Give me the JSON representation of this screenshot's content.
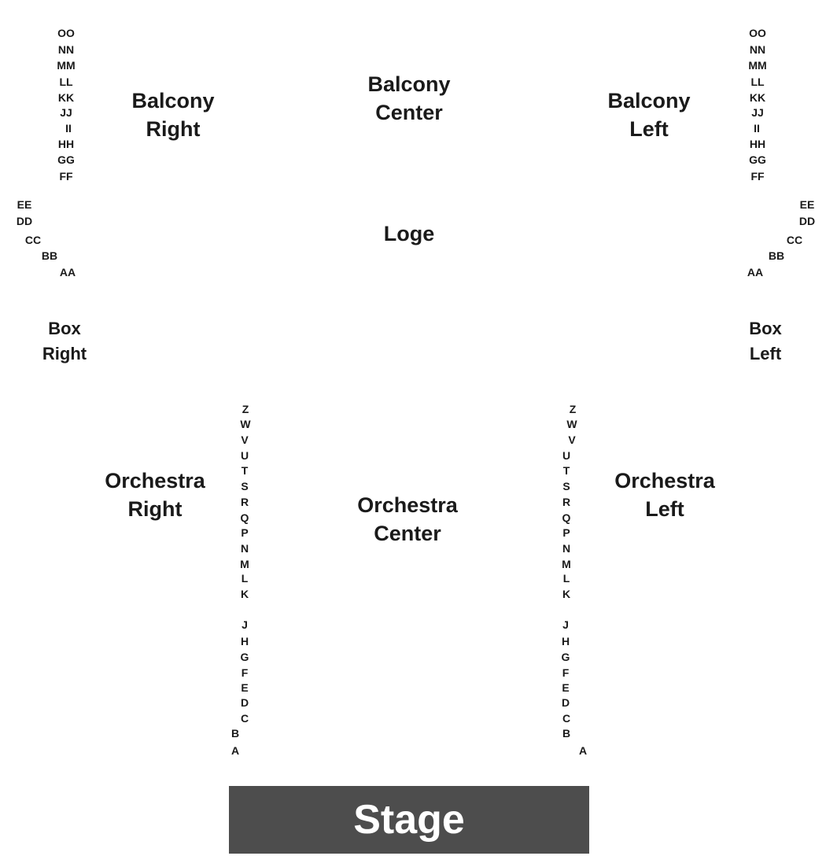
{
  "colors": {
    "background": "#ffffff",
    "text": "#1a1a1a",
    "stage_fill": "#4d4d4d",
    "stage_text": "#ffffff"
  },
  "sections": {
    "balcony_right": [
      "Balcony",
      "Right"
    ],
    "balcony_center": [
      "Balcony",
      "Center"
    ],
    "balcony_left": [
      "Balcony",
      "Left"
    ],
    "loge": [
      "Loge"
    ],
    "box_right": [
      "Box",
      "Right"
    ],
    "box_left": [
      "Box",
      "Left"
    ],
    "orchestra_right": [
      "Orchestra",
      "Right"
    ],
    "orchestra_center": [
      "Orchestra",
      "Center"
    ],
    "orchestra_left": [
      "Orchestra",
      "Left"
    ]
  },
  "stage_label": "Stage",
  "rows": {
    "balcony_right": [
      "OO",
      "NN",
      "MM",
      "LL",
      "KK",
      "JJ",
      "II",
      "HH",
      "GG",
      "FF"
    ],
    "balcony_left": [
      "OO",
      "NN",
      "MM",
      "LL",
      "KK",
      "JJ",
      "II",
      "HH",
      "GG",
      "FF"
    ],
    "box_right": [
      "EE",
      "DD",
      "CC",
      "BB",
      "AA"
    ],
    "box_left": [
      "EE",
      "DD",
      "CC",
      "BB",
      "AA"
    ],
    "orchestra_right": [
      "Z",
      "W",
      "V",
      "U",
      "T",
      "S",
      "R",
      "Q",
      "P",
      "N",
      "M",
      "L",
      "K",
      "J",
      "H",
      "G",
      "F",
      "E",
      "D",
      "C",
      "B",
      "A"
    ],
    "orchestra_left": [
      "Z",
      "W",
      "V",
      "U",
      "T",
      "S",
      "R",
      "Q",
      "P",
      "N",
      "M",
      "L",
      "K",
      "J",
      "H",
      "G",
      "F",
      "E",
      "D",
      "C",
      "B",
      "A"
    ]
  }
}
